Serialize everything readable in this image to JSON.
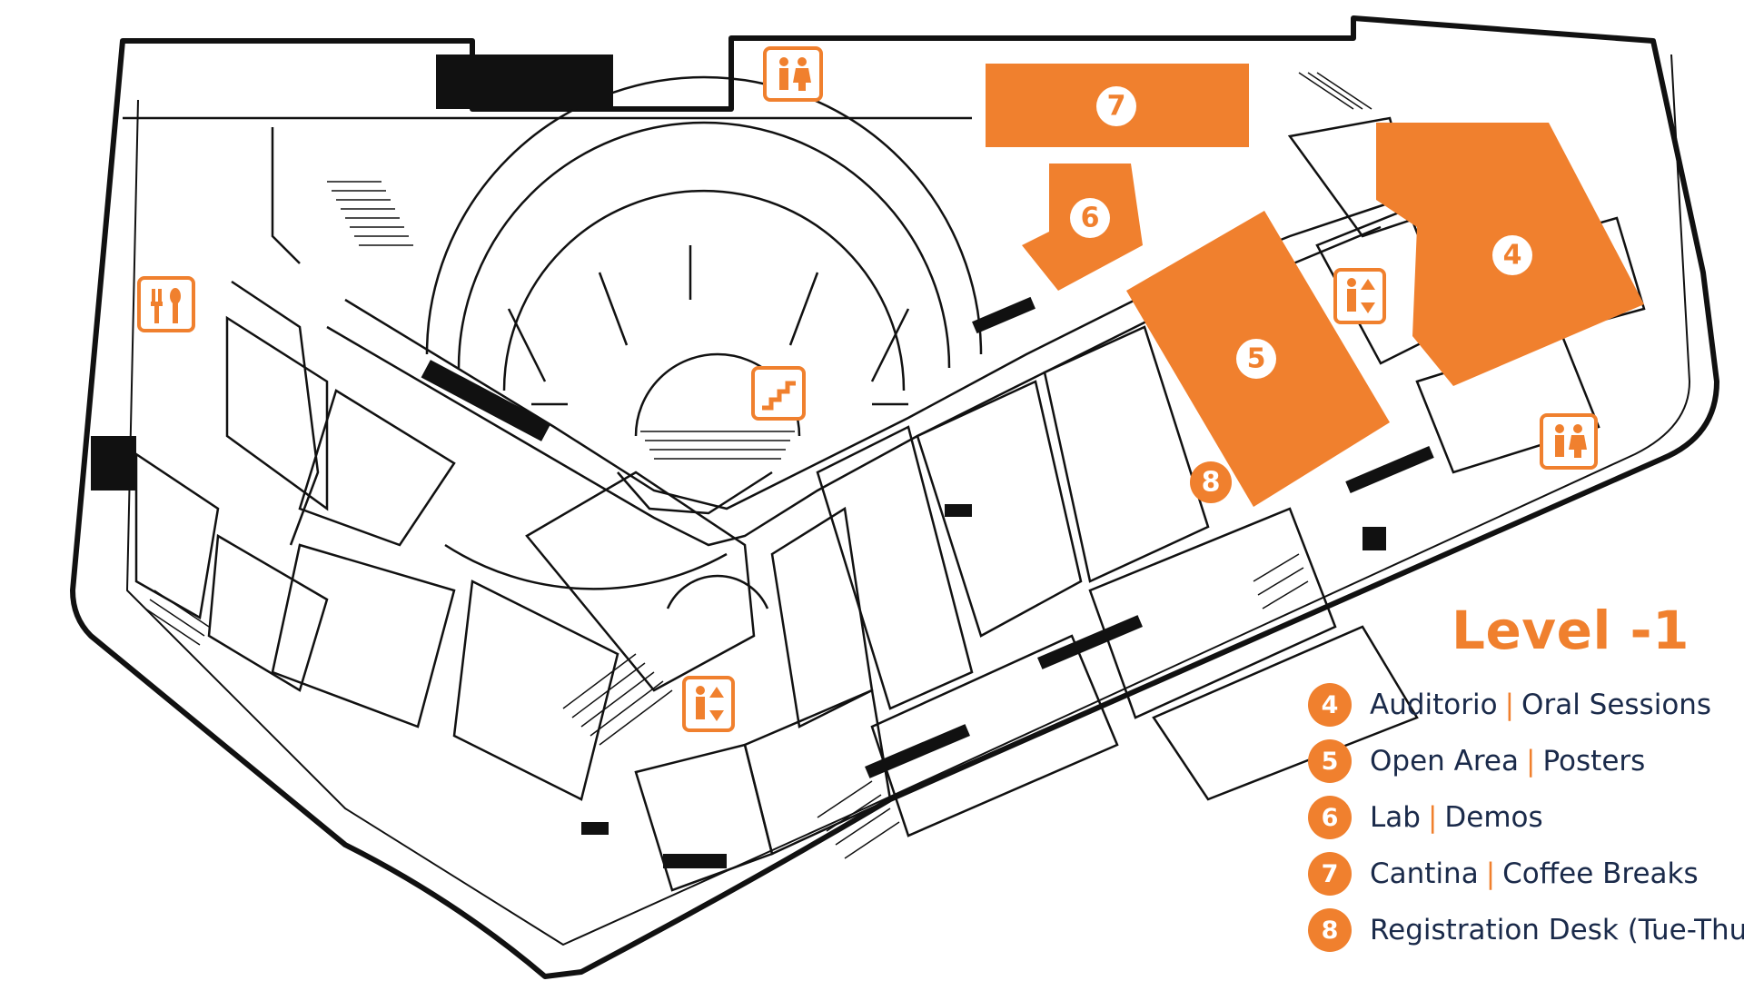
{
  "map": {
    "level_title": "Level -1",
    "accent_color": "#f0802e",
    "zone_markers": [
      {
        "number": "7",
        "label": "Cantina"
      },
      {
        "number": "6",
        "label": "Lab"
      },
      {
        "number": "4",
        "label": "Auditorio"
      },
      {
        "number": "5",
        "label": "Open Area"
      },
      {
        "number": "8",
        "label": "Registration Desk"
      }
    ],
    "facility_icons": [
      "restroom-icon",
      "restaurant-icon",
      "stairs-icon",
      "elevator-icon",
      "elevator-icon",
      "restroom-icon"
    ]
  },
  "legend": {
    "items": [
      {
        "number": "4",
        "name": "Auditorio",
        "use": "Oral Sessions"
      },
      {
        "number": "5",
        "name": "Open Area",
        "use": "Posters"
      },
      {
        "number": "6",
        "name": "Lab",
        "use": "Demos"
      },
      {
        "number": "7",
        "name": "Cantina",
        "use": "Coffee Breaks"
      },
      {
        "number": "8",
        "name": "Registration Desk (Tue-Thu)",
        "use": ""
      }
    ]
  }
}
